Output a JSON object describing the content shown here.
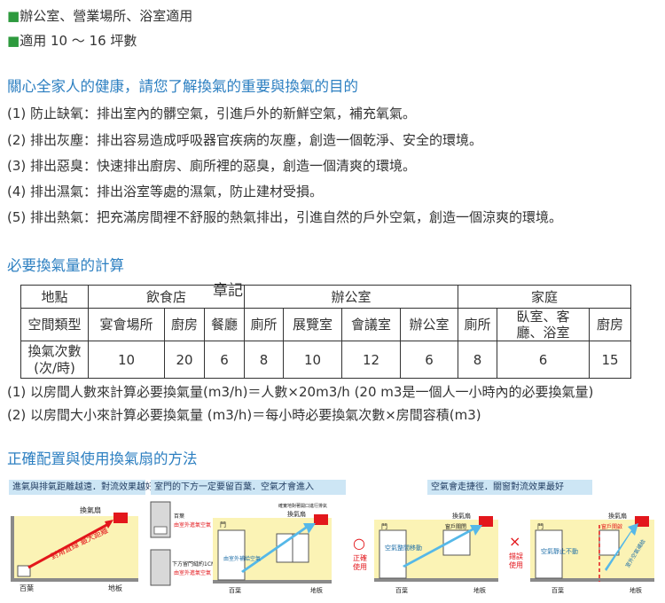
{
  "intro": {
    "line1": "■辦公室、營業場所、浴室適用",
    "line2": "■適用 10 ～ 16 坪數"
  },
  "health": {
    "heading": "關心全家人的健康，請您了解換氣的重要與換氣的目的",
    "items": [
      "(1) 防止缺氧：排出室內的髒空氣，引進戶外的新鮮空氣，補充氧氣。",
      "(2) 排出灰塵：排出容易造成呼吸器官疾病的灰塵，創造一個乾淨、安全的環境。",
      "(3) 排出惡臭：快速排出廚房、廁所裡的惡臭，創造一個清爽的環境。",
      "(4) 排出濕氣：排出浴室等處的濕氣，防止建材受損。",
      "(5) 排出熱氣：把充滿房間裡不舒服的熱氣排出，引進自然的戶外空氣，創造一個涼爽的環境。"
    ]
  },
  "calc": {
    "heading": "必要換氣量的計算",
    "stamp": "章記",
    "header_row": [
      "地點",
      "飲食店",
      "辦公室",
      "家庭"
    ],
    "type_label": "空間類型",
    "types": [
      "宴會場所",
      "廚房",
      "餐廳",
      "廁所",
      "展覽室",
      "會議室",
      "辦公室",
      "廁所",
      "臥室、客廳、浴室",
      "廚房"
    ],
    "rate_label_1": "換氣次數",
    "rate_label_2": "(次/時)",
    "rates": [
      "10",
      "20",
      "6",
      "8",
      "10",
      "12",
      "6",
      "8",
      "6",
      "15"
    ],
    "notes": [
      "(1) 以房間人數來計算必要換氣量(m3/h)＝人數×20m3/h (20 m3是一個人一小時內的必要換氣量)",
      "(2) 以房間大小來計算必要換氣量 (m3/h)＝每小時必要換氣次數×房間容積(m3)"
    ]
  },
  "method": {
    "heading": "正確配置與使用換氣扇的方法",
    "captions": [
      "進氣與排氣距離越遠．對流效果越好",
      "室門的下方一定要留百葉．空氣才會進入",
      "空氣會走捷徑．關窗對流效果最好"
    ],
    "d1": {
      "fan": "換氣扇",
      "diag": "對角直線 最大距離",
      "vent": "百葉",
      "floor": "地板"
    },
    "d2": {
      "small_top": "百葉",
      "small_top2": "由室外進氣空氣",
      "small_bot": "下方留門縫約1CM",
      "small_bot2": "由室外進氣空氣",
      "top_note": "確實地對著開口進行排氣",
      "fan": "換氣扇",
      "door": "門",
      "flow": "由室外補給空氣",
      "vent": "百葉",
      "floor": "地板"
    },
    "d3": {
      "fan": "換氣扇",
      "window": "窗戶關閉",
      "door": "門",
      "flow": "空氣整間移動",
      "correct_mark": "○",
      "correct_1": "正確",
      "correct_2": "使用",
      "vent": "百葉",
      "floor": "地板"
    },
    "d4": {
      "fan": "換氣扇",
      "window": "窗戶開啟",
      "door": "門",
      "flow": "空氣靜止不動",
      "shortcut": "室外空氣補給",
      "wrong_mark": "×",
      "wrong_1": "錯誤",
      "wrong_2": "使用",
      "vent": "百葉",
      "floor": "地板"
    },
    "colors": {
      "room": "#fbf3b5",
      "arrow": "#55b8e8",
      "red": "#e3171c",
      "caption_bg": "#cde6f5"
    }
  }
}
